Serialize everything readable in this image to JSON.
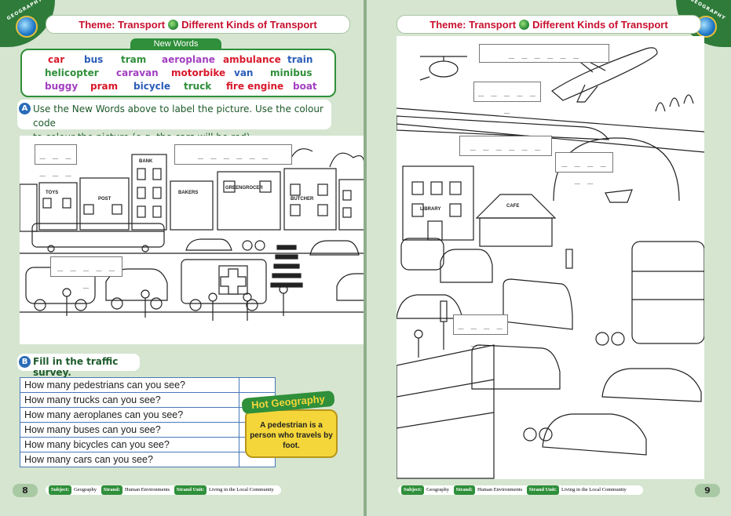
{
  "left_page": {
    "corner_label": "GEOGRAPHY",
    "theme": "Theme: Transport",
    "theme_sub": "Different Kinds of Transport",
    "new_words_title": "New Words",
    "new_words": [
      {
        "text": "car",
        "color": "#d8192b"
      },
      {
        "text": "bus",
        "color": "#2a5cb8"
      },
      {
        "text": "tram",
        "color": "#2f8f3a"
      },
      {
        "text": "aeroplane",
        "color": "#a23fc0"
      },
      {
        "text": "ambulance",
        "color": "#d8192b"
      },
      {
        "text": "train",
        "color": "#2a5cb8"
      },
      {
        "text": "helicopter",
        "color": "#2f8f3a"
      },
      {
        "text": "caravan",
        "color": "#a23fc0"
      },
      {
        "text": "motorbike",
        "color": "#d8192b"
      },
      {
        "text": "van",
        "color": "#2a5cb8"
      },
      {
        "text": "minibus",
        "color": "#2f8f3a"
      },
      {
        "text": "buggy",
        "color": "#a23fc0"
      },
      {
        "text": "pram",
        "color": "#d8192b"
      },
      {
        "text": "bicycle",
        "color": "#2a5cb8"
      },
      {
        "text": "truck",
        "color": "#2f8f3a"
      },
      {
        "text": "fire engine",
        "color": "#d8192b"
      },
      {
        "text": "boat",
        "color": "#a23fc0"
      }
    ],
    "section_a_badge": "A",
    "section_a_line1": "Use the New Words above to label the picture. Use the colour code",
    "section_a_line2": "to colour the picture (e.g. the cars will be red).",
    "section_b_badge": "B",
    "section_b_text": "Fill in the traffic survey.",
    "survey": [
      "How many pedestrians can you see?",
      "How many trucks can you see?",
      "How many aeroplanes can you see?",
      "How many buses can you see?",
      "How many bicycles can you see?",
      "How many cars can you see?"
    ],
    "hot_title": "Hot Geography",
    "hot_text": "A pedestrian is a person who travels by foot.",
    "shop_signs": [
      "TOYS",
      "POST",
      "BANK",
      "BAKERS",
      "GREENGROCER",
      "BUTCHER"
    ],
    "page_number": "8"
  },
  "right_page": {
    "corner_label": "GEOGRAPHY",
    "theme": "Theme: Transport",
    "theme_sub": "Different Kinds of Transport",
    "shop_signs": [
      "LIBRARY",
      "CAFE"
    ],
    "page_number": "9"
  },
  "footer": {
    "subject_tag": "Subject:",
    "subject": "Geography",
    "strand_tag": "Strand:",
    "strand": "Human Environments",
    "unit_tag": "Strand Unit:",
    "unit": "Living in the Local Community"
  },
  "label_blank": "_ _ _ _ _ _",
  "colors": {
    "accent_green": "#2f8f3a",
    "theme_red": "#c8102e",
    "badge_blue": "#2a6bb8",
    "hot_yellow": "#f4d63a"
  }
}
